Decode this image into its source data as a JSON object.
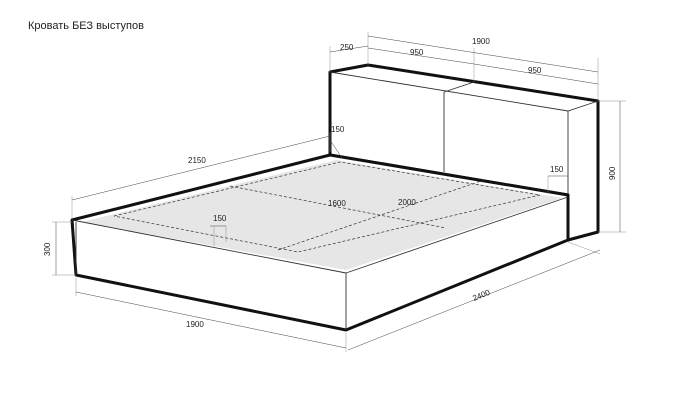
{
  "title": "Кровать БЕЗ выступов",
  "dimensions": {
    "headboard_depth": "250",
    "headboard_left_width": "950",
    "headboard_total_width": "1900",
    "headboard_right_width": "950",
    "frame_inset_back": "150",
    "overall_length": "2150",
    "mattress_width": "1600",
    "mattress_length": "2000",
    "frame_inset_right": "150",
    "frame_inset_front": "150",
    "base_height": "300",
    "headboard_height": "900",
    "front_width": "1900",
    "side_length": "2400"
  },
  "colors": {
    "outline": "#111111",
    "mattress_fill": "#e6e6e6",
    "dimension": "#444444"
  }
}
